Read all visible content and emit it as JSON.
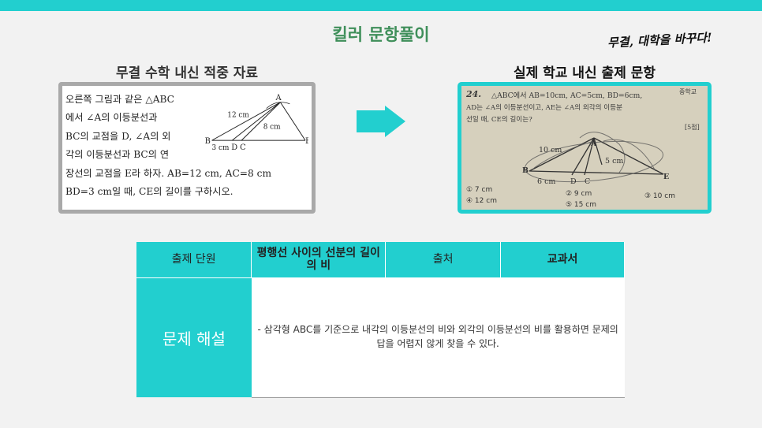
{
  "header": {
    "title": "킬러 문항풀이",
    "slogan": "무결, 대학을 바꾸다!"
  },
  "left_panel": {
    "label": "무결 수학 내신 적중 자료",
    "problem_lines": [
      "오른쪽 그림과 같은 △ABC",
      "에서 ∠A의 이등분선과",
      "BC의 교점을 D, ∠A의 외",
      "각의 이등분선과 BC의 연",
      "장선의 교점을 E라 하자. AB=12 cm, AC=8 cm",
      "BD=3 cm일 때, CE의 길이를 구하시오."
    ],
    "figure": {
      "label_A": "A",
      "label_B": "B",
      "label_C": "C",
      "label_D": "D",
      "label_E": "E",
      "len_ab": "12 cm",
      "len_ac": "8 cm",
      "len_bd": "3 cm"
    }
  },
  "right_panel": {
    "label": "실제 학교 내신 출제 문항",
    "photo": {
      "number": "24.",
      "school": "중학교",
      "line1": "△ABC에서 AB=10cm, AC=5cm, BD=6cm,",
      "line2": "AD는 ∠A의 이등분선이고, AE는 ∠A의 외각의 이등분",
      "line3": "선일 때, CE의 길이는?",
      "points": "[5점]",
      "len_ab": "10 cm",
      "len_ac": "5 cm",
      "len_bd": "6 cm",
      "label_A": "A",
      "label_B": "B",
      "label_C": "C",
      "label_D": "D",
      "label_E": "E",
      "choices": [
        "① 7 cm",
        "② 9 cm",
        "③ 10 cm",
        "④ 12 cm",
        "⑤ 15 cm"
      ]
    }
  },
  "table": {
    "col1_header": "출제 단원",
    "col2_value": "평행선 사이의 선분의 길이의 비",
    "col3_header": "출처",
    "col4_value": "교과서",
    "side_header": "문제 해설",
    "explanation": "- 삼각형 ABC를 기준으로 내각의 이등분선의 비와 외각의 이등분선의 비를 활용하면 문제의 답을 어렵지 않게 찾을 수 있다."
  },
  "colors": {
    "accent": "#22cfcf",
    "title_green": "#3f8f5a",
    "background": "#f2f2f2"
  }
}
